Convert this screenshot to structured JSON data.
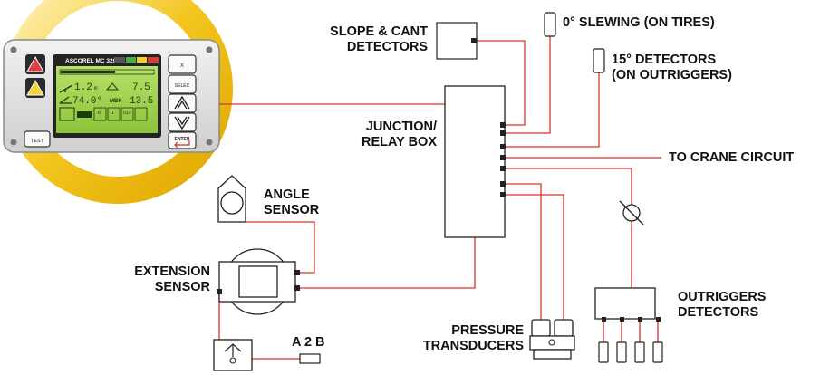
{
  "colors": {
    "wire": "#d9342b",
    "ring": "#f2c21a",
    "ring_light": "#fbe79a",
    "panel": "#e4e4e4",
    "lcd": "#9bd24a",
    "lcd_dark": "#1d3a0a",
    "bezel": "#232323",
    "outline": "#222222"
  },
  "device": {
    "model": "ASCOREL MC 320",
    "btn_x": "X",
    "btn_selec": "SELEC",
    "btn_test": "TEST",
    "btn_enter": "ENTER",
    "lcd_row1_left": "1.2",
    "lcd_row1_left_unit": "m",
    "lcd_row1_right": "7.5",
    "lcd_row2_left": "74.0°",
    "lcd_row2_mid": "MBK",
    "lcd_row2_right": "13.5",
    "lcd_small1": "-8",
    "lcd_small2": "-1",
    "lcd_small3": "01c"
  },
  "labels": {
    "slope_cant": [
      "SLOPE & CANT",
      "DETECTORS"
    ],
    "slewing": "0° SLEWING (ON TIRES)",
    "detectors15": [
      "15° DETECTORS",
      "(ON OUTRIGGERS)"
    ],
    "junction": [
      "JUNCTION/",
      "RELAY BOX"
    ],
    "crane_circuit": "TO CRANE CIRCUIT",
    "angle_sensor": [
      "ANGLE",
      "SENSOR"
    ],
    "extension_sensor": [
      "EXTENSION",
      "SENSOR"
    ],
    "a2b": "A 2 B",
    "pressure": [
      "PRESSURE",
      "TRANSDUCERS"
    ],
    "outriggers": [
      "OUTRIGGERS",
      "DETECTORS"
    ]
  },
  "icons": [
    "warning-triangle-icon",
    "warning-triangle-outline-icon",
    "up-arrow-icon",
    "down-arrow-icon",
    "enter-arrow-icon",
    "valve-icon"
  ]
}
